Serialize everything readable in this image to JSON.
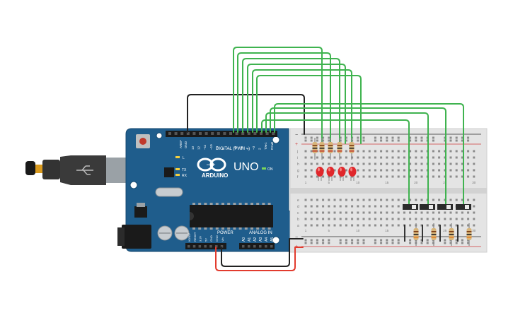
{
  "arduino": {
    "brand": "ARDUINO",
    "model": "UNO",
    "header_digital": "DIGITAL (PWM ~)",
    "header_power": "POWER",
    "header_analog": "ANALOG IN",
    "on_label": "ON",
    "led_l": "L",
    "led_tx": "TX",
    "led_rx": "RX",
    "aref_label": "AREF",
    "gnd_label": "GND",
    "digital_pins": [
      "13",
      "12",
      "~11",
      "~10",
      "~9",
      "8",
      "7",
      "~6",
      "~5",
      "4",
      "~3",
      "2",
      "TX▸1",
      "RX◂0"
    ],
    "power_pins": [
      "IOREF",
      "RESET",
      "3.3V",
      "5V",
      "GND",
      "GND",
      "Vin"
    ],
    "analog_pins": [
      "A0",
      "A1",
      "A2",
      "A3",
      "A4",
      "A5"
    ]
  },
  "breadboard": {
    "col_numbers_top": [
      "1",
      "5",
      "10",
      "15",
      "20",
      "25",
      "30"
    ],
    "row_letters_top": [
      "j",
      "i",
      "h",
      "g",
      "f"
    ],
    "row_letters_bottom": [
      "e",
      "d",
      "c",
      "b",
      "a"
    ],
    "rail_plus": "+",
    "rail_minus": "−"
  },
  "colors": {
    "board": "#1f5d8c",
    "board_edge": "#174a70",
    "wire_green": "#3fb34f",
    "wire_black": "#222222",
    "wire_red": "#e23b2e",
    "led_red": "#e0272b",
    "resistor_body": "#d7b57a"
  }
}
